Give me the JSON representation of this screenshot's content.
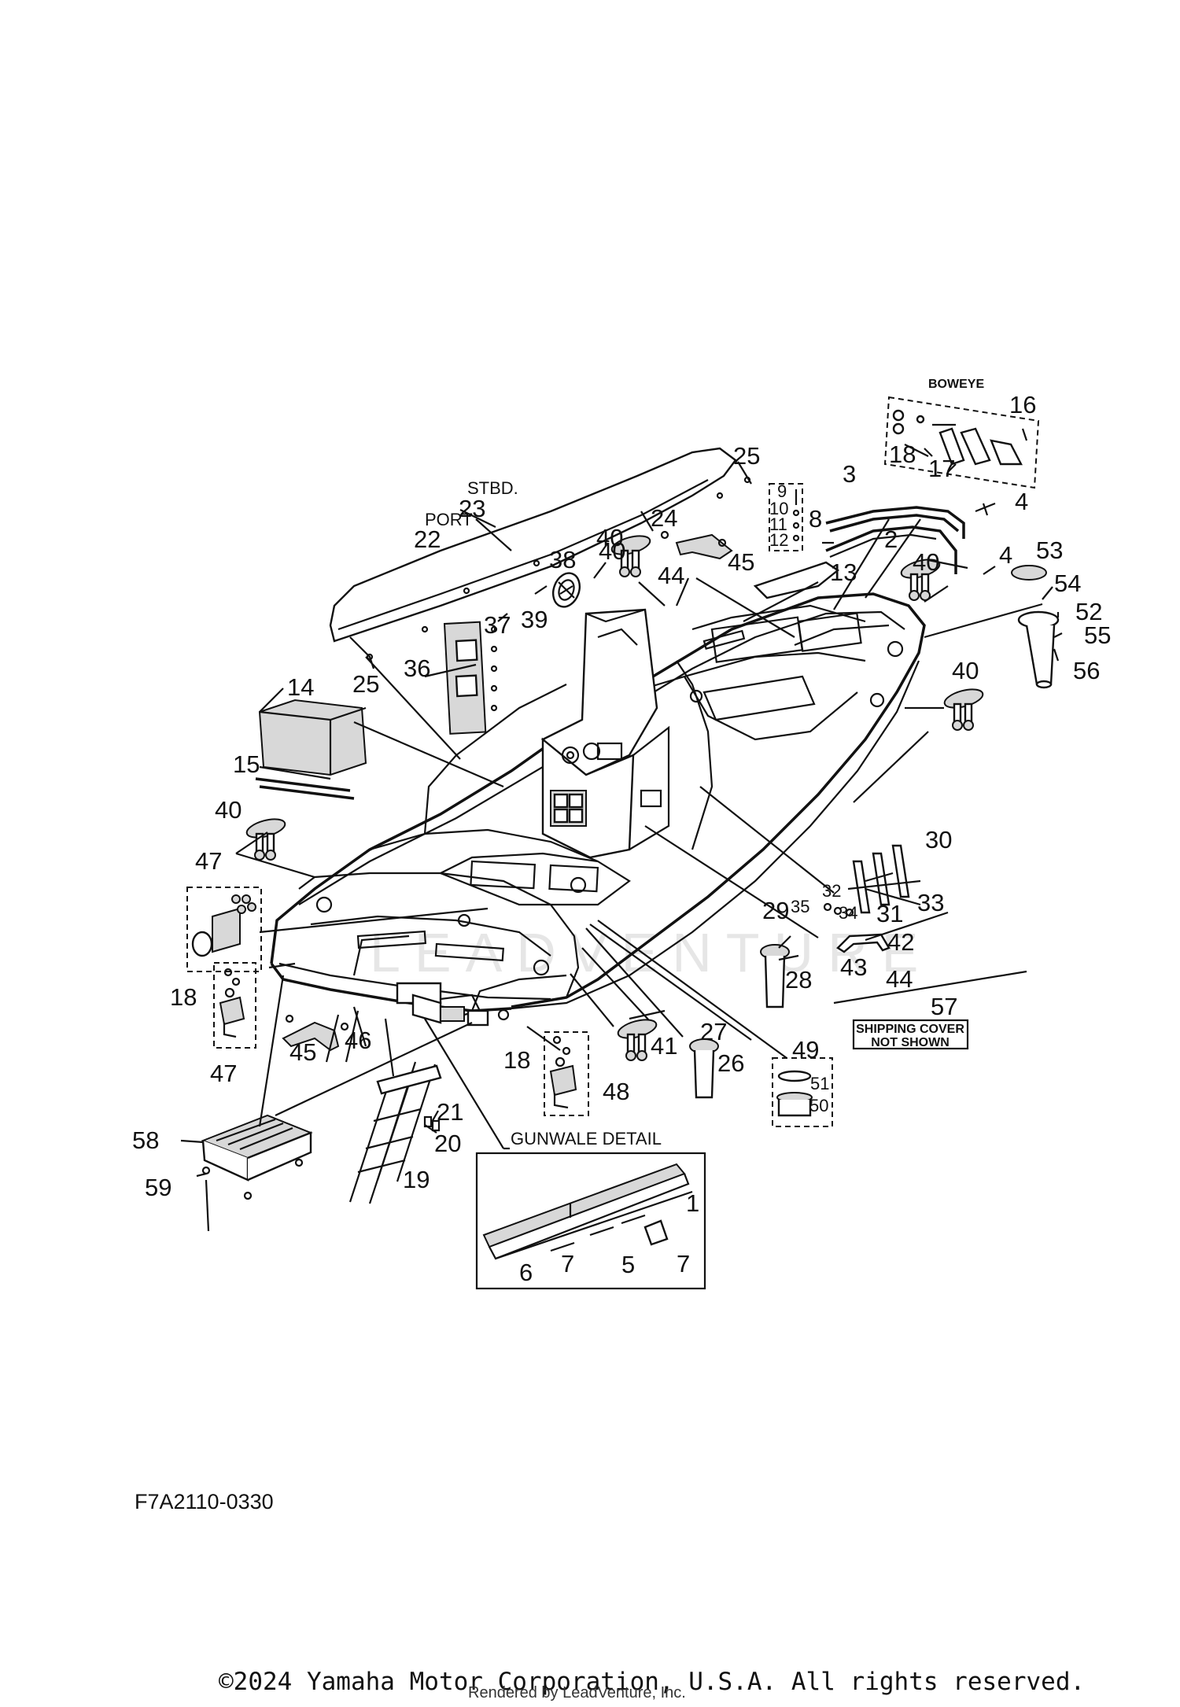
{
  "diagram": {
    "callouts": [
      "1",
      "2",
      "3",
      "4",
      "4",
      "5",
      "6",
      "7",
      "7",
      "8",
      "9",
      "10",
      "11",
      "12",
      "13",
      "14",
      "15",
      "16",
      "17",
      "18",
      "18",
      "18",
      "19",
      "20",
      "21",
      "22",
      "23",
      "24",
      "25",
      "25",
      "26",
      "27",
      "28",
      "29",
      "30",
      "31",
      "32",
      "33",
      "34",
      "35",
      "36",
      "37",
      "38",
      "39",
      "40",
      "40",
      "40",
      "40",
      "40",
      "41",
      "42",
      "43",
      "44",
      "44",
      "45",
      "45",
      "46",
      "47",
      "47",
      "48",
      "49",
      "50",
      "51",
      "52",
      "53",
      "54",
      "55",
      "56",
      "57",
      "58",
      "59"
    ],
    "labels": {
      "boweye": "BOWEYE",
      "stbd": "STBD.",
      "port": "PORT",
      "gunwale_detail": "GUNWALE DETAIL",
      "shipping_cover_line1": "SHIPPING COVER",
      "shipping_cover_line2": "NOT SHOWN"
    },
    "figure_code": "F7A2110-0330",
    "watermark": "LEADVENTURE",
    "copyright": "©2024 Yamaha Motor Corporation, U.S.A. All rights reserved.",
    "rendered_by": "Rendered by LeadVenture, Inc."
  }
}
